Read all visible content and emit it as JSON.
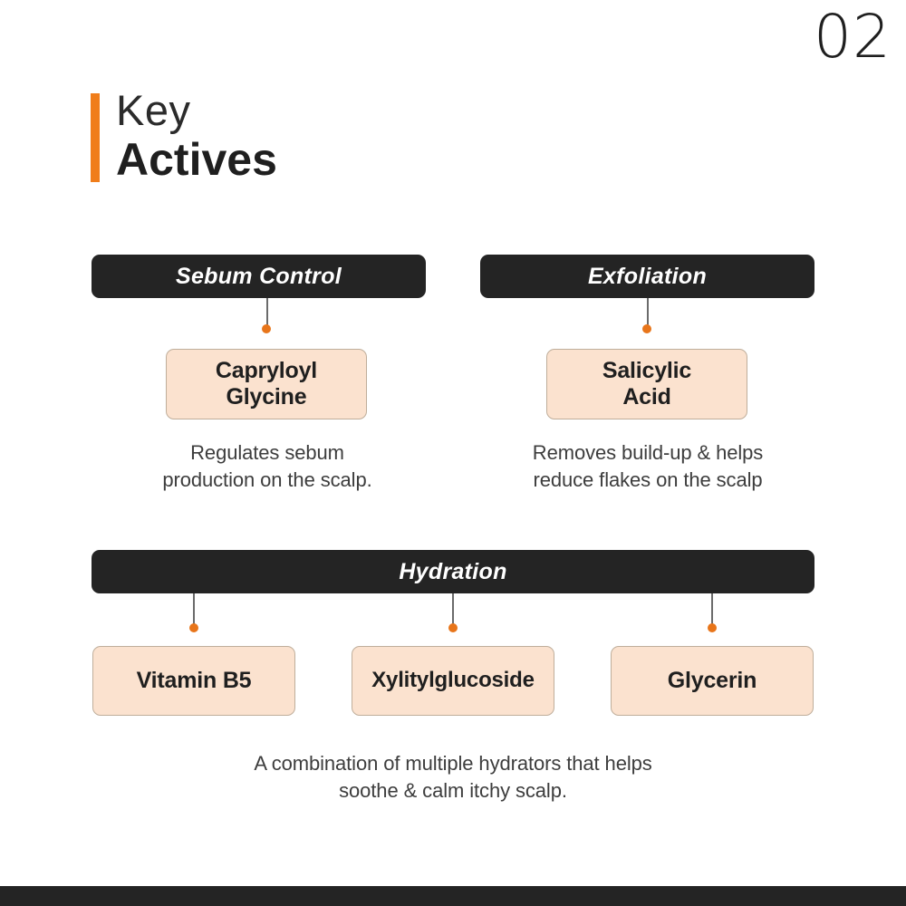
{
  "page": {
    "number": "02",
    "background_color": "#ffffff",
    "accent_color": "#F07D1A",
    "dark_color": "#242424",
    "chip_color": "#FBE2CF"
  },
  "title": {
    "line1": "Key",
    "line2": "Actives"
  },
  "sections": [
    {
      "id": "sebum-control",
      "header": "Sebum Control",
      "items": [
        {
          "label": "Capryloyl\nGlycine",
          "line1": "Capryloyl",
          "line2": "Glycine"
        }
      ],
      "description_line1": "Regulates sebum",
      "description_line2": "production on the scalp."
    },
    {
      "id": "exfoliation",
      "header": "Exfoliation",
      "items": [
        {
          "label": "Salicylic\nAcid",
          "line1": "Salicylic",
          "line2": "Acid"
        }
      ],
      "description_line1": "Removes build-up & helps",
      "description_line2": "reduce flakes on the scalp"
    },
    {
      "id": "hydration",
      "header": "Hydration",
      "items": [
        {
          "label": "Vitamin B5"
        },
        {
          "label": "Xylitylglucoside"
        },
        {
          "label": "Glycerin"
        }
      ],
      "description_line1": "A combination of multiple hydrators that helps",
      "description_line2": "soothe & calm itchy scalp."
    }
  ]
}
